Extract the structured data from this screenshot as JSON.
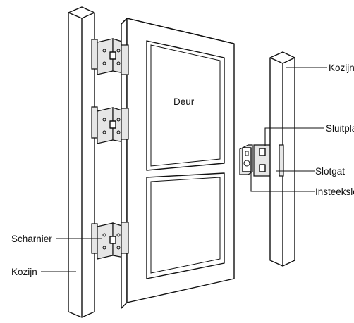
{
  "labels": {
    "door": "Deur",
    "frame_right": "Kozijn",
    "strike_plate": "Sluitplaat",
    "strike_hole": "Slotgat",
    "mortise_lock": "Insteekslot",
    "hinge": "Scharnier",
    "frame_left": "Kozijn"
  },
  "colors": {
    "line": "#111111",
    "shade": "#e6e6e6",
    "background": "#ffffff"
  }
}
